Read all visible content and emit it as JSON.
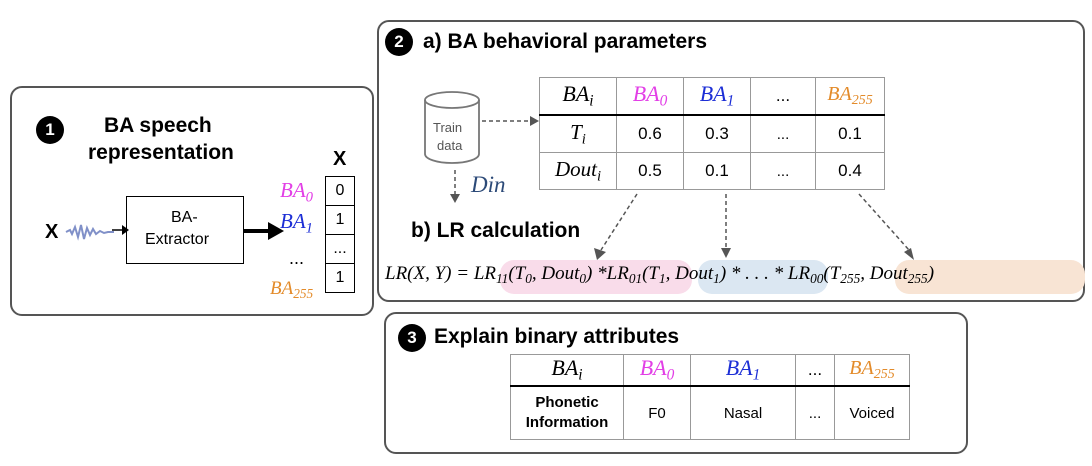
{
  "panel1": {
    "number": "1",
    "title_line1": "BA speech",
    "title_line2": "representation",
    "input_label": "X",
    "extractor_line1": "BA-",
    "extractor_line2": "Extractor",
    "vector_header": "X",
    "vector_labels": [
      {
        "base": "BA",
        "sub": "0"
      },
      {
        "base": "BA",
        "sub": "1"
      },
      {
        "base": "...",
        "sub": ""
      },
      {
        "base": "BA",
        "sub": "255"
      }
    ],
    "vector_values": [
      "0",
      "1",
      "...",
      "1"
    ]
  },
  "panel2": {
    "number": "2",
    "title_a": "a) BA behavioral parameters",
    "db_line1": "Train",
    "db_line2": "data",
    "din_label": "Din",
    "title_b": "b) LR calculation",
    "table": {
      "header": [
        {
          "base": "BA",
          "sub": "i"
        },
        {
          "base": "BA",
          "sub": "0"
        },
        {
          "base": "BA",
          "sub": "1"
        },
        {
          "base": "...",
          "sub": ""
        },
        {
          "base": "BA",
          "sub": "255"
        }
      ],
      "rows": [
        {
          "label_base": "T",
          "label_sub": "i",
          "values": [
            "0.6",
            "0.3",
            "...",
            "0.1"
          ]
        },
        {
          "label_base": "Dout",
          "label_sub": "i",
          "values": [
            "0.5",
            "0.1",
            "...",
            "0.4"
          ]
        }
      ]
    },
    "formula": {
      "lhs": "LR(X, Y) =",
      "term0": {
        "name": "LR",
        "sub": "11",
        "args_a": "(T",
        "args_a_sub": "0",
        "args_b": ", Dout",
        "args_b_sub": "0",
        "close": ")"
      },
      "op1": "*",
      "term1": {
        "name": "LR",
        "sub": "01",
        "args_a": "(T",
        "args_a_sub": "1",
        "args_b": ", Dout",
        "args_b_sub": "1",
        "close": ")"
      },
      "op2": "* . . . *",
      "term2": {
        "name": "LR",
        "sub": "00",
        "args_a": "(T",
        "args_a_sub": "255",
        "args_b": ", Dout",
        "args_b_sub": "255",
        "close": ")"
      }
    }
  },
  "panel3": {
    "number": "3",
    "title": "Explain binary attributes",
    "header": [
      {
        "base": "BA",
        "sub": "i"
      },
      {
        "base": "BA",
        "sub": "0"
      },
      {
        "base": "BA",
        "sub": "1"
      },
      {
        "base": "...",
        "sub": ""
      },
      {
        "base": "BA",
        "sub": "255"
      }
    ],
    "row_label_line1": "Phonetic",
    "row_label_line2": "Information",
    "row_values": [
      "F0",
      "Nasal",
      "...",
      "Voiced"
    ]
  },
  "colors": {
    "ba0": "#e23fe6",
    "ba1": "#1d2fd6",
    "ba255": "#e38b2a",
    "pill_pink": "#f9dcea",
    "pill_blue": "#dbe7f2",
    "pill_orange": "#f8e4d4",
    "din": "#2c4a78"
  }
}
